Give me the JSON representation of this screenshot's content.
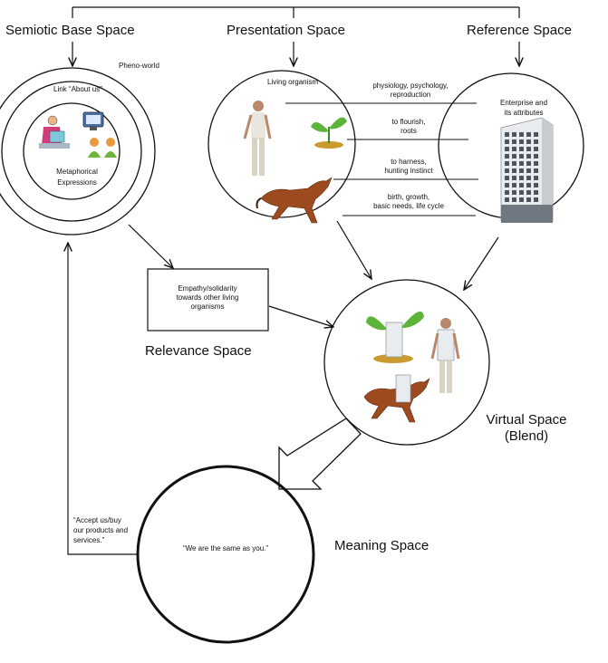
{
  "spaces": {
    "semiotic_base": "Semiotic Base Space",
    "presentation": "Presentation Space",
    "reference": "Reference Space",
    "relevance": "Relevance Space",
    "virtual_line1": "Virtual Space",
    "virtual_line2": "(Blend)",
    "meaning": "Meaning Space"
  },
  "semiotic": {
    "pheno_world": "Pheno-world",
    "link_about": "Link “About us”",
    "metaphorical_1": "Metaphorical",
    "metaphorical_2": "Expressions"
  },
  "presentation": {
    "living_organism": "Living organism"
  },
  "reference": {
    "enterprise_1": "Enterprise and",
    "enterprise_2": "its attributes"
  },
  "mappings": [
    [
      "physiology, psychology,",
      "reproduction"
    ],
    [
      "to flourish,",
      "roots"
    ],
    [
      "to harness,",
      "hunting instinct"
    ],
    [
      "birth, growth,",
      "basic needs, life cycle"
    ]
  ],
  "relevance_box": [
    "Empathy/solidarity",
    "towards other living",
    "organisms"
  ],
  "meaning_quote": "“We are the same as you.”",
  "feedback": [
    "“Accept us/buy",
    "our products and",
    "services.”"
  ]
}
